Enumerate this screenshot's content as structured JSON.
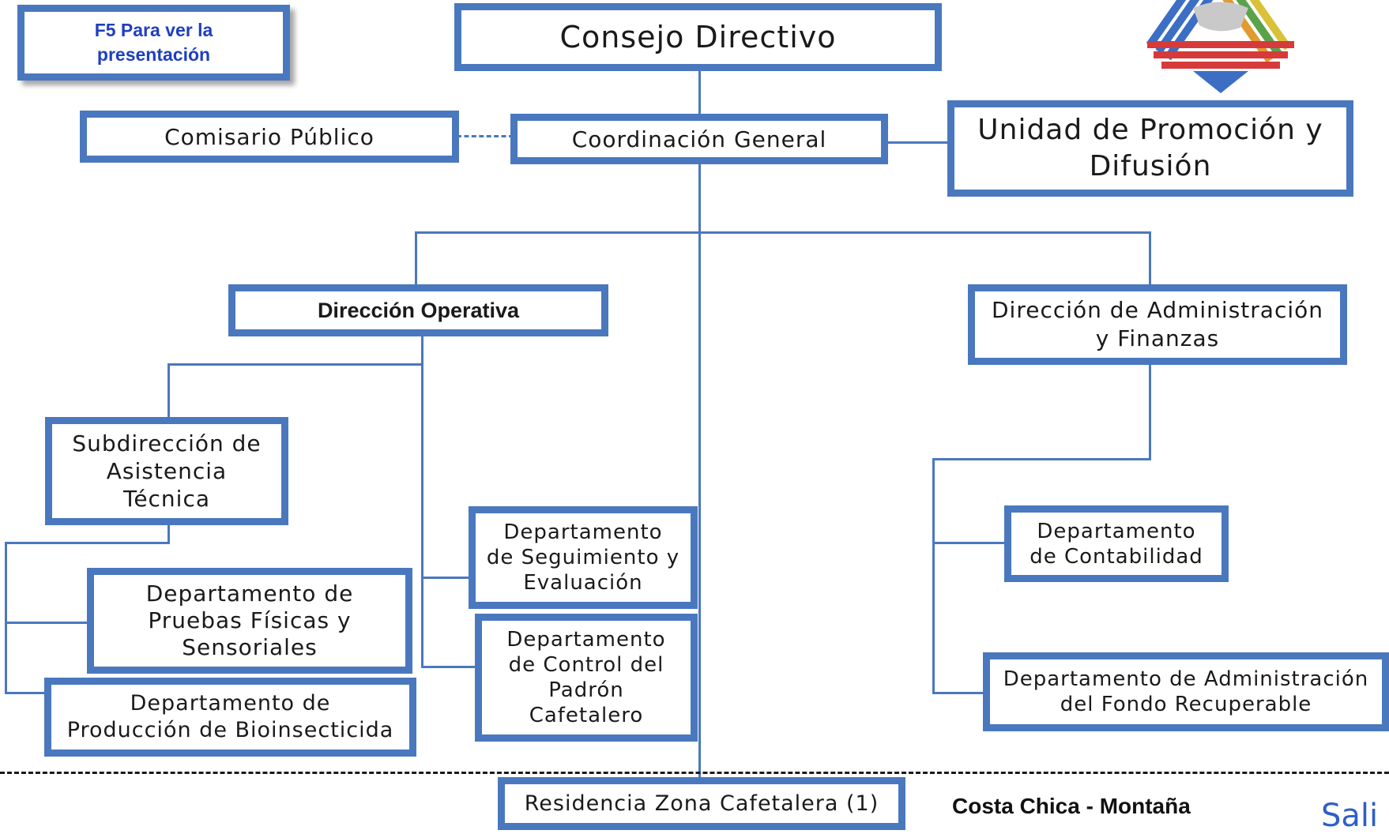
{
  "hint": "F5 Para ver la\npresentación",
  "nodes": {
    "consejo": "Consejo Directivo",
    "comisario": "Comisario Público",
    "coordinacion": "Coordinación General",
    "unidad": "Unidad de Promoción y\nDifusión",
    "dir_operativa": "Dirección Operativa",
    "dir_admin": "Dirección de Administración\ny Finanzas",
    "subdireccion": "Subdirección de\nAsistencia\nTécnica",
    "dep_seguimiento": "Departamento\nde Seguimiento y\nEvaluación",
    "dep_pruebas": "Departamento de\nPruebas Físicas y\nSensoriales",
    "dep_control": "Departamento\nde Control del\nPadrón\nCafetalero",
    "dep_bioinsecticida": "Departamento de\nProducción de Bioinsecticida",
    "dep_contabilidad": "Departamento\nde Contabilidad",
    "dep_fondo": "Departamento de Administración\ndel Fondo Recuperable",
    "residencia": "Residencia Zona Cafetalera (1)"
  },
  "region_label": "Costa Chica - Montaña",
  "exit_label": "Sali",
  "colors": {
    "box_border": "#4a78be",
    "hint_text": "#1f3fbf",
    "exit_text": "#2e5fc7"
  }
}
